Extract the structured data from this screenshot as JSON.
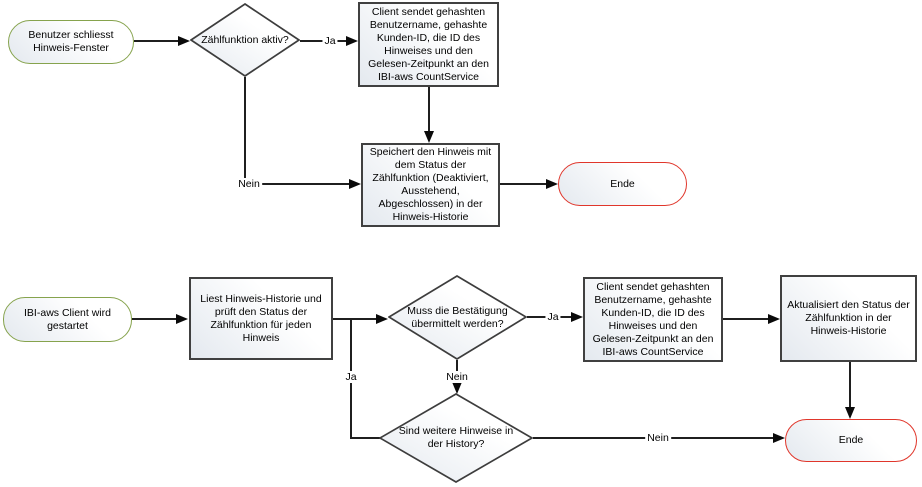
{
  "diagram_type": "flowchart",
  "flow1": {
    "start": "Benutzer schliesst Hinweis-Fenster",
    "decision_count_active": "Zählfunktion aktiv?",
    "process_send": "Client sendet gehashten Benutzername, gehashte Kunden-ID, die ID des Hinweises und den Gelesen-Zeitpunkt an den IBI-aws CountService",
    "process_save": "Speichert den Hinweis mit dem Status der Zählfunktion (Deaktiviert, Ausstehend, Abgeschlossen) in der Hinweis-Historie",
    "end": "Ende",
    "label_ja": "Ja",
    "label_nein": "Nein"
  },
  "flow2": {
    "start": "IBI-aws Client wird gestartet",
    "process_read": "Liest Hinweis-Historie und prüft den Status der Zählfunktion für jeden Hinweis",
    "decision_confirm": "Muss die Bestätigung übermittelt werden?",
    "process_send": "Client sendet gehashten Benutzername, gehashte Kunden-ID, die ID des Hinweises und den Gelesen-Zeitpunkt an den IBI-aws CountService",
    "process_update": "Aktualisiert den Status der Zählfunktion in der Hinweis-Historie",
    "decision_more": "Sind weitere Hinweise in der History?",
    "end": "Ende",
    "label_ja_confirm": "Ja",
    "label_nein_confirm": "Nein",
    "label_ja_more": "Ja",
    "label_nein_more": "Nein"
  },
  "colors": {
    "start_border": "#86a34d",
    "end_border": "#e0362b",
    "process_border": "#404040",
    "decision_border": "#3d3d3d",
    "connector": "#1f1f1f",
    "fill_top": "#ffffff",
    "fill_bottom": "#e4e9ef"
  }
}
